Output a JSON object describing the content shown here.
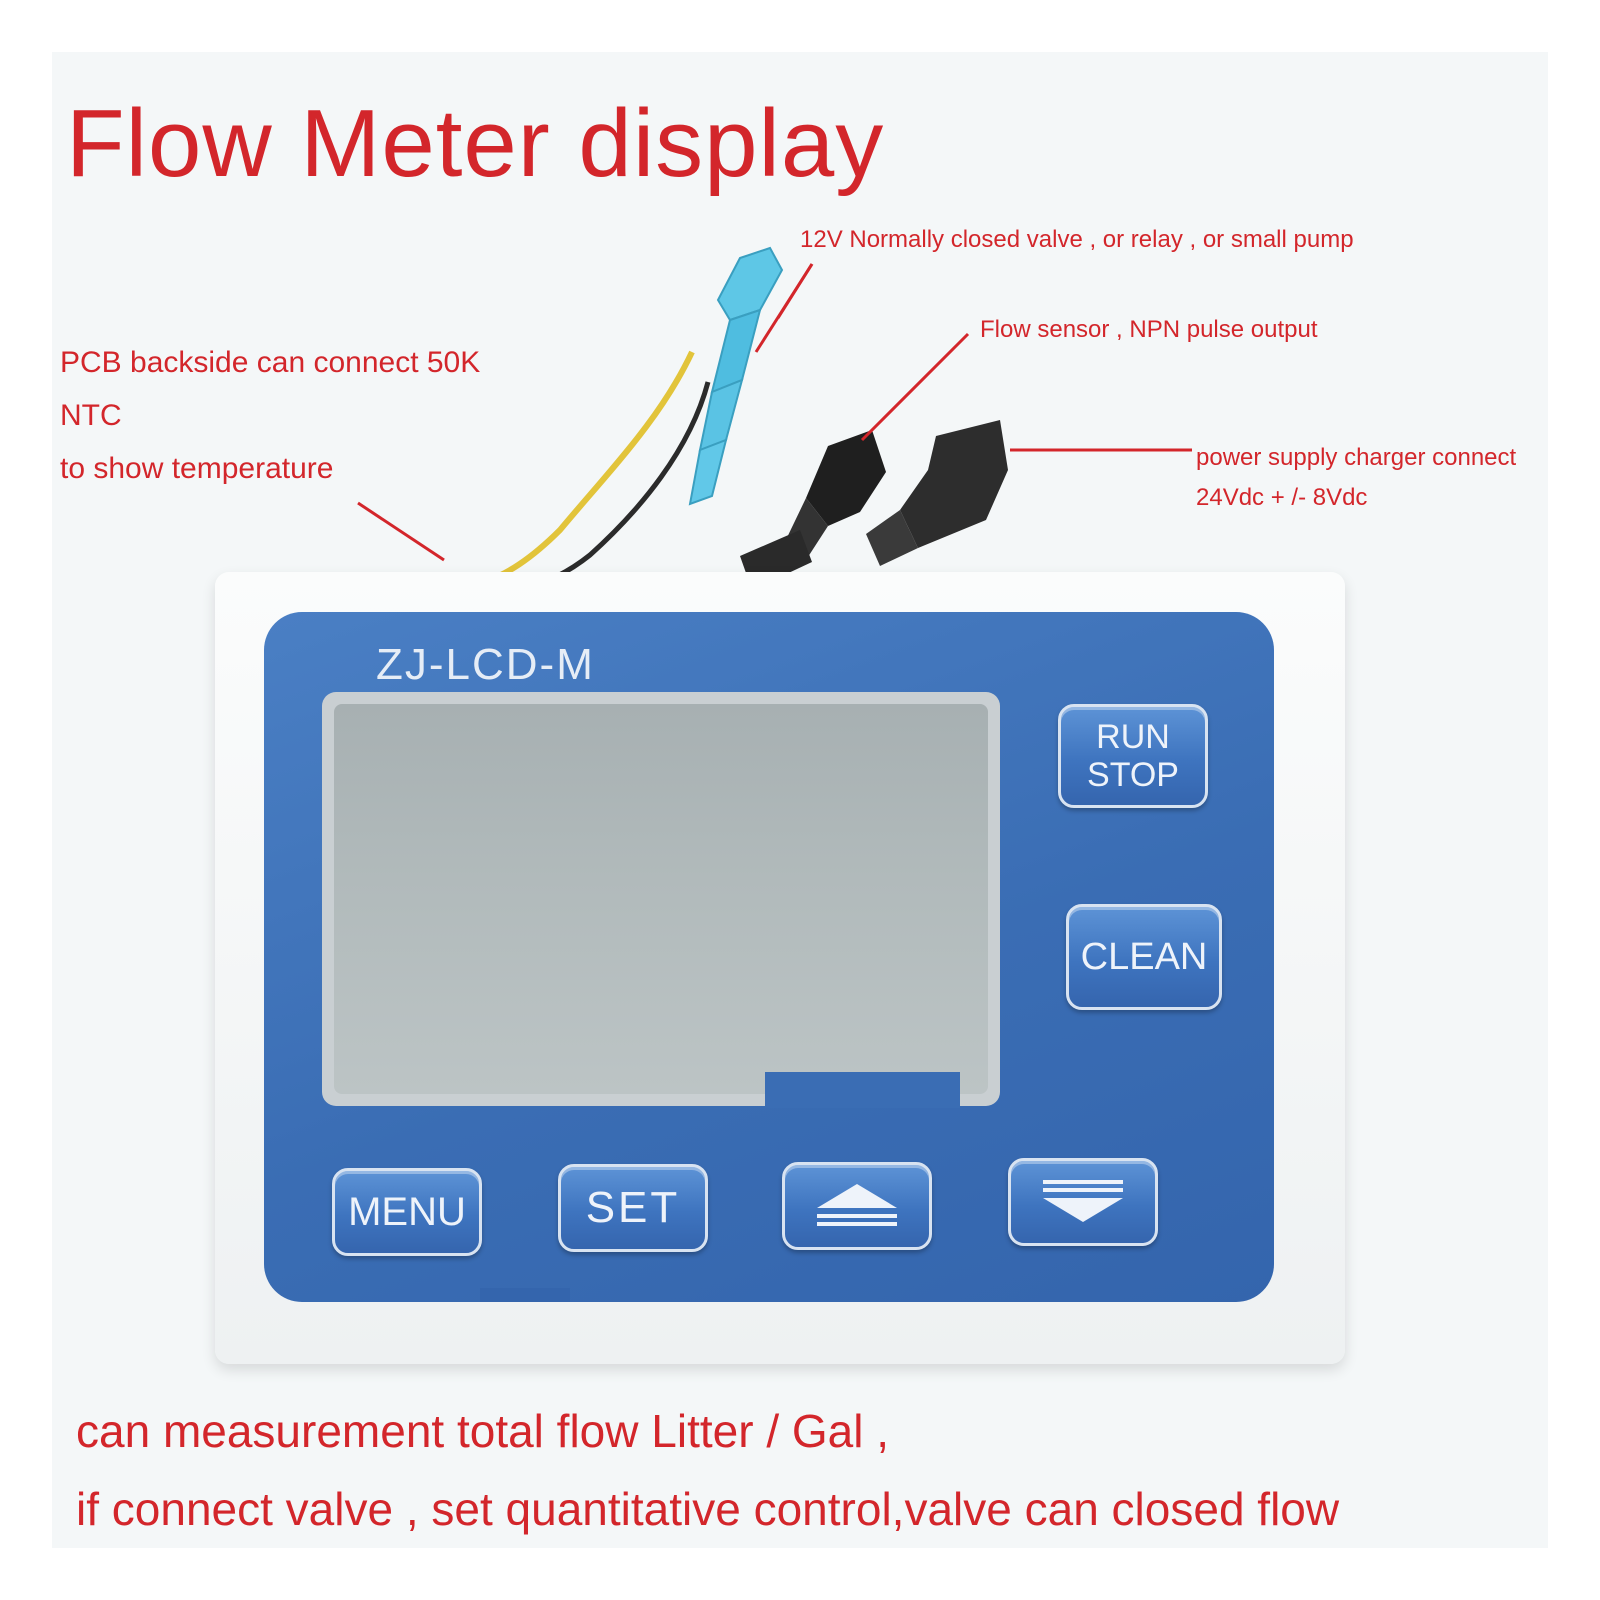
{
  "title": "Flow Meter display",
  "notes": {
    "ntc": [
      "PCB backside can connect 50K",
      "NTC",
      "to show temperature"
    ],
    "valve": "12V Normally closed valve ,  or relay , or  small pump",
    "sensor": "Flow sensor , NPN  pulse output",
    "power": [
      "power supply charger connect",
      "24Vdc + /- 8Vdc"
    ]
  },
  "device": {
    "model": "ZJ-LCD-M",
    "buttons": {
      "run_stop": [
        "RUN",
        "STOP"
      ],
      "clean": "CLEAN",
      "menu": "MENU",
      "set": "SET",
      "up_icon": "up-triangle-icon",
      "down_icon": "down-triangle-icon"
    }
  },
  "bottom_text": [
    "can measurement total flow Litter / Gal ,",
    "if connect valve , set quantitative control,valve can closed flow"
  ],
  "colors": {
    "annotation": "#d3262b",
    "panel": "#3a6db4",
    "lcd": "#b1babb"
  }
}
